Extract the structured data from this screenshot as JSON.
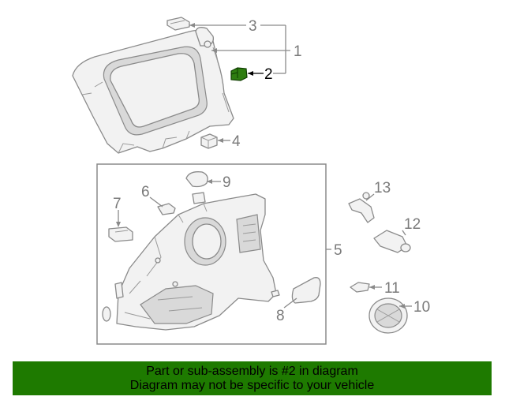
{
  "callouts": {
    "c1": "1",
    "c2": "2",
    "c3": "3",
    "c4": "4",
    "c5": "5",
    "c6": "6",
    "c7": "7",
    "c8": "8",
    "c9": "9",
    "c10": "10",
    "c11": "11",
    "c12": "12",
    "c13": "13"
  },
  "highlighted_part": "2",
  "colors": {
    "highlight_part": "#2e7d10",
    "banner_background": "#1e7a00",
    "line_art": "#8a8a8a"
  },
  "banner": {
    "line1": "Part or sub-assembly is #2 in diagram",
    "line2": "Diagram may not be specific to your vehicle"
  }
}
